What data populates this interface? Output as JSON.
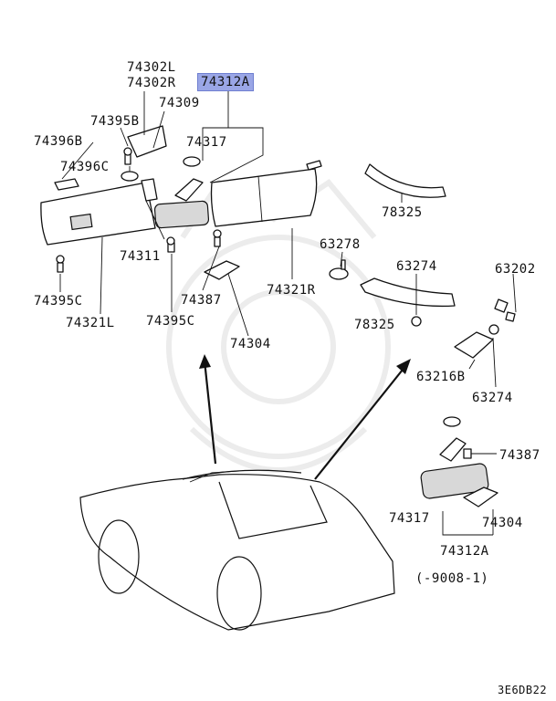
{
  "labels": {
    "p74302L": "74302L",
    "p74302R": "74302R",
    "p74312A_top": "74312A",
    "p74395B": "74395B",
    "p74309": "74309",
    "p74396B": "74396B",
    "p74317_top": "74317",
    "p74396C": "74396C",
    "p74311": "74311",
    "p74395C_left": "74395C",
    "p74321L": "74321L",
    "p74395C_mid": "74395C",
    "p74387_mid": "74387",
    "p74304_mid": "74304",
    "p74321R": "74321R",
    "p63278": "63278",
    "p78325_top": "78325",
    "p63274_a": "63274",
    "p78325_mid": "78325",
    "p63202": "63202",
    "p63216B": "63216B",
    "p63274_b": "63274",
    "p74387_right": "74387",
    "p74317_right": "74317",
    "p74304_right": "74304",
    "p74312A_bottom": "74312A",
    "date_range": "(-9008-1)",
    "diagram_code": "3E6DB22"
  },
  "colors": {
    "highlight": "#9aa6e6",
    "line": "#111111",
    "background": "#ffffff"
  }
}
